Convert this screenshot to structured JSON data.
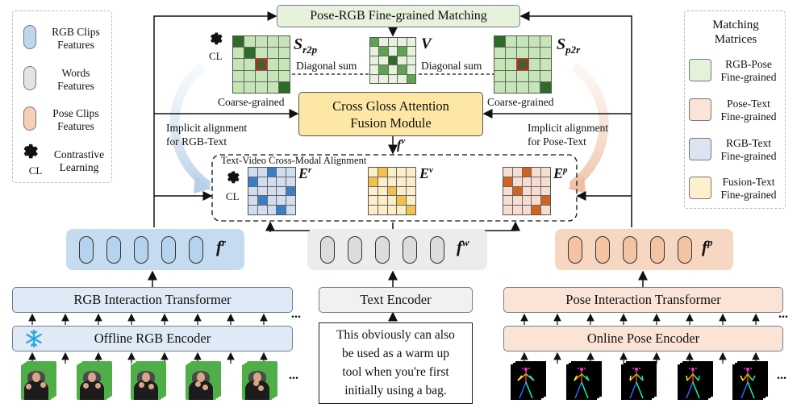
{
  "top_box": "Pose-RGB Fine-grained Matching",
  "legend_left": [
    {
      "name": "RGB Clips Features",
      "lines": [
        "RGB Clips",
        "Features"
      ],
      "color": "#bfd7ee"
    },
    {
      "name": "Words Features",
      "lines": [
        "Words",
        "Features"
      ],
      "color": "#e3e3e3"
    },
    {
      "name": "Pose Clips Features",
      "lines": [
        "Pose Clips",
        "Features"
      ],
      "color": "#f6cfb6"
    },
    {
      "name": "Contrastive Learning",
      "lines": [
        "Contrastive",
        "Learning"
      ],
      "icon_label": "CL"
    }
  ],
  "legend_right": {
    "title_lines": [
      "Matching",
      "Matrices"
    ],
    "items": [
      {
        "lines": [
          "RGB-Pose",
          "Fine-grained"
        ],
        "color": "#e3f2da"
      },
      {
        "lines": [
          "Pose-Text",
          "Fine-grained"
        ],
        "color": "#fbe3d8"
      },
      {
        "lines": [
          "RGB-Text",
          "Fine-grained"
        ],
        "color": "#dde3f1"
      },
      {
        "lines": [
          "Fusion-Text",
          "Fine-grained"
        ],
        "color": "#fdf0cc"
      }
    ]
  },
  "s_r2p": {
    "sym": "S",
    "sub": "r2p"
  },
  "s_p2r": {
    "sym": "S",
    "sub": "p2r"
  },
  "v_sym": "V",
  "diag_left": "Diagonal sum",
  "diag_right": "Diagonal sum",
  "coarse_left": "Coarse-grained",
  "coarse_right": "Coarse-grained",
  "cl_label": "CL",
  "cl_label2": "CL",
  "cgafm_lines": [
    "Cross Gloss Attention",
    "Fusion Module"
  ],
  "fv": {
    "sym": "f",
    "sup": "v"
  },
  "implicit_left": [
    "Implicit alignment",
    "for RGB-Text"
  ],
  "implicit_right": [
    "Implicit alignment",
    "for Pose-Text"
  ],
  "tvcma": "Text-Video Cross-Modal Alignment",
  "e_r": {
    "sym": "E",
    "sup": "r"
  },
  "e_v": {
    "sym": "E",
    "sup": "v"
  },
  "e_p": {
    "sym": "E",
    "sup": "p"
  },
  "f_r": {
    "sym": "f",
    "sup": "r"
  },
  "f_w": {
    "sym": "f",
    "sup": "w"
  },
  "f_p": {
    "sym": "f",
    "sup": "p"
  },
  "rgb_transformer": "RGB Interaction Transformer",
  "text_encoder": "Text Encoder",
  "pose_transformer": "Pose Interaction Transformer",
  "rgb_encoder": "Offline RGB Encoder",
  "pose_encoder": "Online Pose Encoder",
  "sentence_lines": [
    "This obviously can also",
    "be used as a warm up",
    "tool when you're first",
    "initially using a bag."
  ],
  "ellipsis": "...",
  "colors": {
    "rgb_feat": "#c5dcf0",
    "rgb_pill": "#b5d2ee",
    "word_feat": "#ececec",
    "word_pill": "#dcdcdc",
    "pose_feat": "#f8d7c2",
    "pose_pill": "#f3c3a4",
    "cgafm": "#fde7a5",
    "top": "#e6f2dc",
    "green_dark": "#2e6b2a",
    "green_mid": "#5ea34f",
    "green_light": "#c7e6b7",
    "blue_dark": "#3a7fc4",
    "blue_light": "#d3ddf0",
    "yel_dark": "#f2c14b",
    "yel_light": "#fbeec8",
    "or_dark": "#d1631f",
    "or_light": "#f7ddd0"
  }
}
